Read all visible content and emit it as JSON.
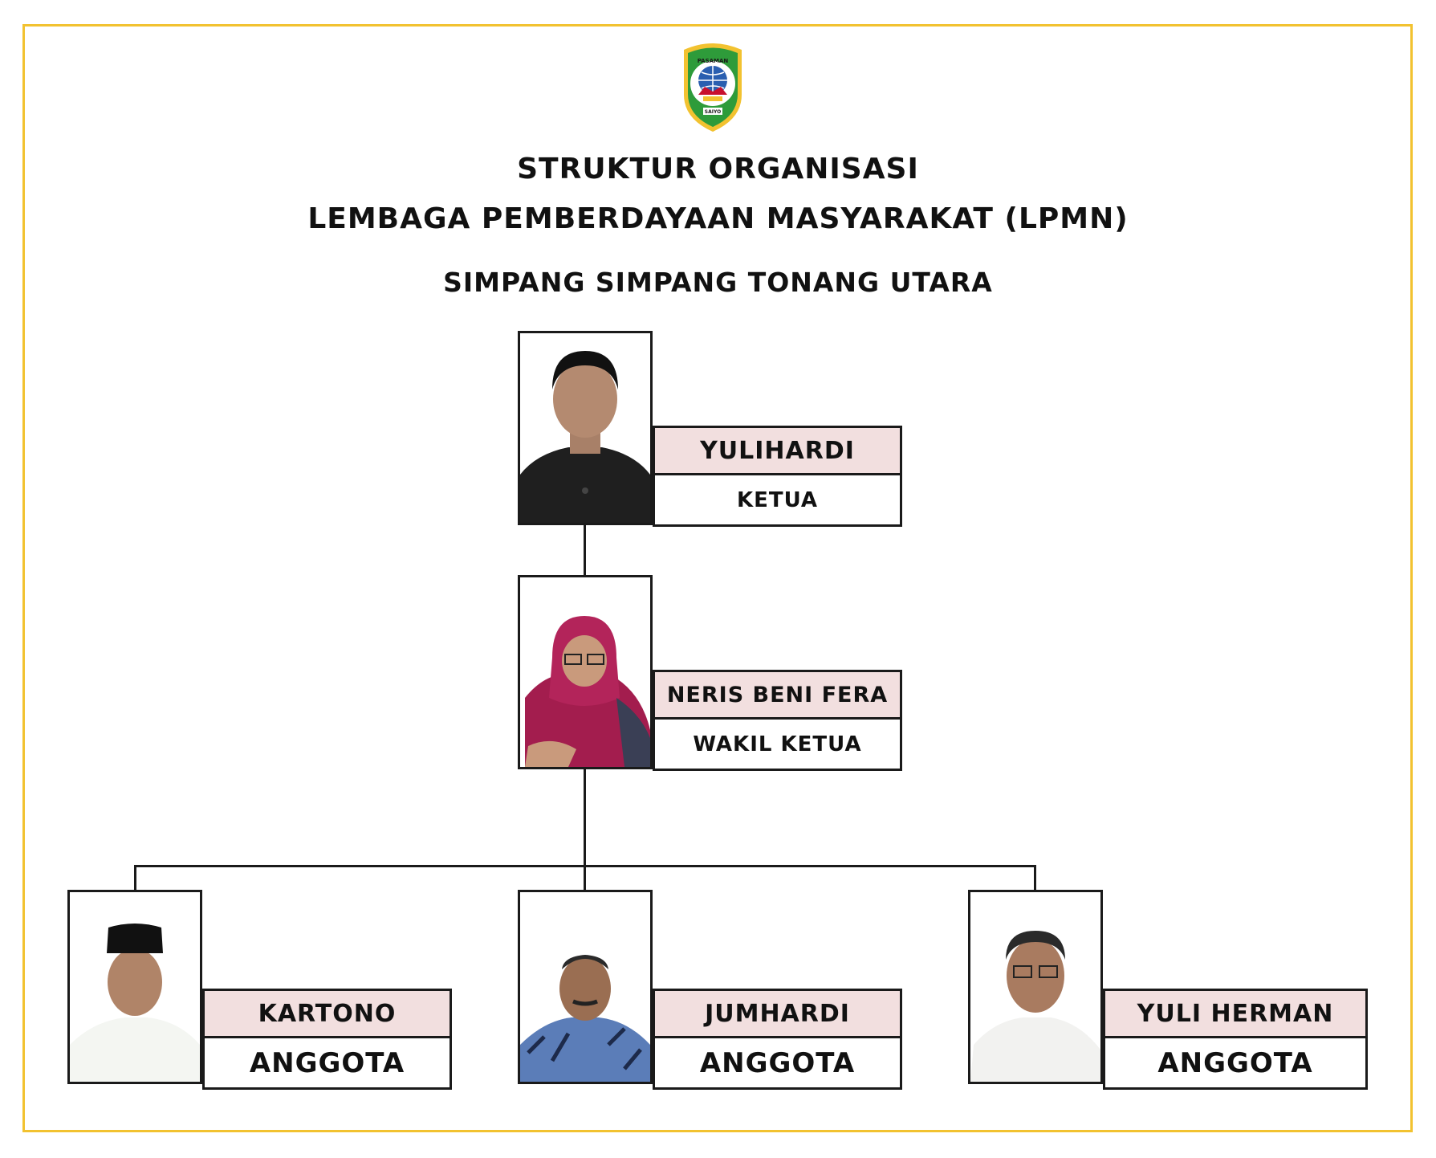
{
  "header": {
    "line1": "STRUKTUR ORGANISASI",
    "line2": "LEMBAGA PEMBERDAYAAN MASYARAKAT (LPMN)",
    "line3": "SIMPANG SIMPANG TONANG UTARA"
  },
  "logo": {
    "icon": "pasaman-regency-crest",
    "text_top": "PASAMAN",
    "text_bottom": "SAIYO",
    "colors": {
      "shield": "#2e9b3a",
      "border": "#f2c230",
      "globe": "#2a5fb0"
    }
  },
  "members": [
    {
      "name": "YULIHARDI",
      "role": "KETUA",
      "photo": "portrait-man-black-shirt"
    },
    {
      "name": "NERIS BENI FERA",
      "role": "WAKIL KETUA",
      "photo": "portrait-woman-magenta-hijab"
    },
    {
      "name": "KARTONO",
      "role": "ANGGOTA",
      "photo": "portrait-man-peci-white-shirt"
    },
    {
      "name": "JUMHARDI",
      "role": "ANGGOTA",
      "photo": "portrait-man-batik-shirt"
    },
    {
      "name": "YULI HERMAN",
      "role": "ANGGOTA",
      "photo": "portrait-man-glasses-white-shirt"
    }
  ],
  "colors": {
    "frame": "#f2c230",
    "name_fill": "#f2dfdf",
    "line": "#1a1a1a"
  }
}
